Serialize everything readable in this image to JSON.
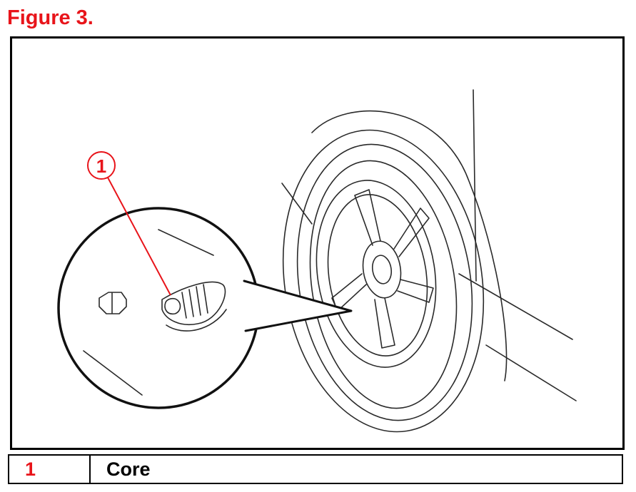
{
  "figure": {
    "title": "Figure 3.",
    "accent_color": "#e8141a",
    "callout_label": "1"
  },
  "legend": {
    "rows": [
      {
        "number": "1",
        "description": "Core"
      }
    ]
  }
}
